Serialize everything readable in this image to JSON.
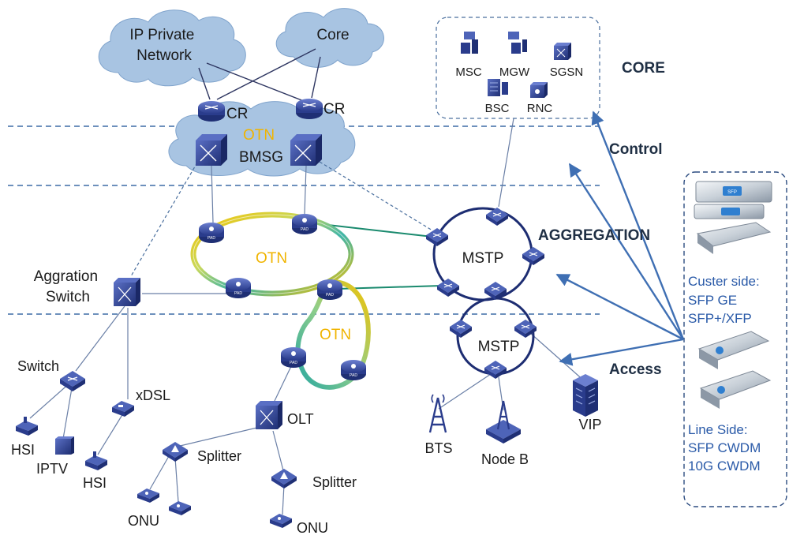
{
  "clouds": {
    "ip_private_network": "IP Private\nNetwork",
    "core": "Core",
    "bmsg_otn": "OTN"
  },
  "core_box": {
    "msc": "MSC",
    "mgw": "MGW",
    "sgsn": "SGSN",
    "bsc": "BSC",
    "rnc": "RNC"
  },
  "nodes": {
    "cr_left": "CR",
    "cr_right": "CR",
    "bmsg": "BMSG",
    "aggregation_switch": "Aggration\nSwitch",
    "switch": "Switch",
    "xdsl": "xDSL",
    "hsi_left": "HSI",
    "iptv": "IPTV",
    "hsi_right": "HSI",
    "olt": "OLT",
    "splitter_left": "Splitter",
    "splitter_right": "Splitter",
    "onu_left": "ONU",
    "onu_right": "ONU",
    "bts": "BTS",
    "node_b": "Node B",
    "vip": "VIP",
    "mstp_upper": "MSTP",
    "mstp_lower": "MSTP",
    "router_tag": "PAD"
  },
  "rings": {
    "otn_main": "OTN",
    "otn_lower": "OTN"
  },
  "layers": {
    "core": "CORE",
    "control": "Control",
    "aggregation": "AGGREGATION",
    "access": "Access"
  },
  "modules_panel": {
    "module_label": "SFP",
    "custer_title": "Custer side:",
    "custer_line1": "SFP GE",
    "custer_line2": "SFP+/XFP",
    "line_title": "Line Side:",
    "line_line1": "SFP CWDM",
    "line_line2": "10G CWDM"
  },
  "colors": {
    "device_blue": "#24367f",
    "device_light": "#4e64b8",
    "cloud": "#a8c4e2",
    "otn_yellow": "#f5c200",
    "otn_green": "#2aa876",
    "link_green": "#1a8a6e",
    "ring_navy": "#1d2d72",
    "arrow_blue": "#3f6fb3",
    "dash_line": "#3d6ca6"
  }
}
